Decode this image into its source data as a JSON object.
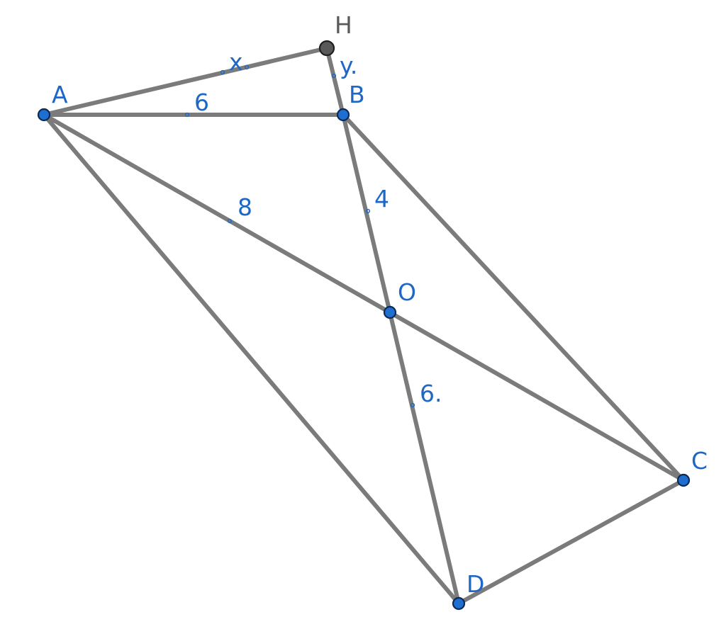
{
  "points": {
    "A": {
      "label": "A"
    },
    "B": {
      "label": "B"
    },
    "C": {
      "label": "C"
    },
    "D": {
      "label": "D"
    },
    "O": {
      "label": "O"
    },
    "H": {
      "label": "H"
    }
  },
  "segment_labels": {
    "AH": "x",
    "HB": "y.",
    "AB": "6",
    "AO": "8",
    "BO": "4",
    "OD": "6."
  },
  "colors": {
    "segment": "#7b7b7b",
    "point": "#1f6fd0",
    "point_label": "#1e67c4",
    "gray_point": "#595959",
    "gray_label": "#5a5a5a"
  }
}
